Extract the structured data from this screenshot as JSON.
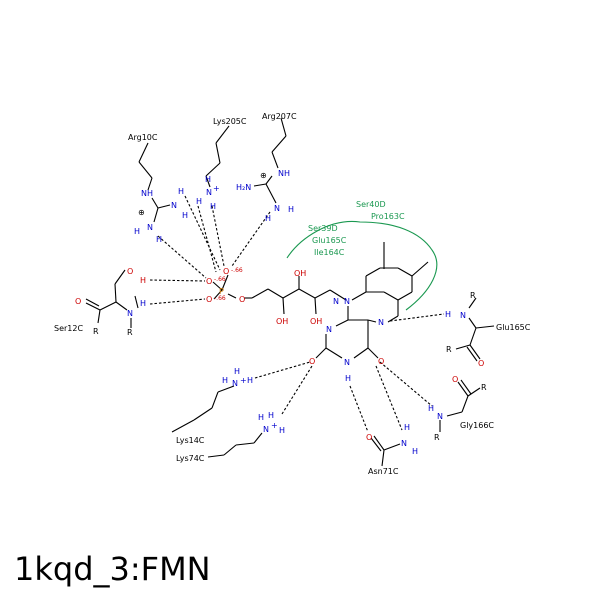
{
  "title": "1kqd_3:FMN",
  "colors": {
    "bond": "#000000",
    "carbon_text": "#000000",
    "nitrogen": "#0000cc",
    "oxygen": "#cc0000",
    "phosphorus": "#cc7a00",
    "hydrophobic": "#1a9850"
  },
  "residues": {
    "arg10": "Arg10C",
    "lys205": "Lys205C",
    "arg207": "Arg207C",
    "ser12": "Ser12C",
    "ser40": "Ser40D",
    "pro163": "Pro163C",
    "ser39": "Ser39D",
    "glu165_hyd": "Glu165C",
    "ile164": "Ile164C",
    "glu165": "Glu165C",
    "lys14": "Lys14C",
    "lys74": "Lys74C",
    "gly166": "Gly166C",
    "asn71": "Asn71C"
  },
  "charges": {
    "o1": "-.66",
    "o2": "-.66",
    "o3": "-.66"
  }
}
